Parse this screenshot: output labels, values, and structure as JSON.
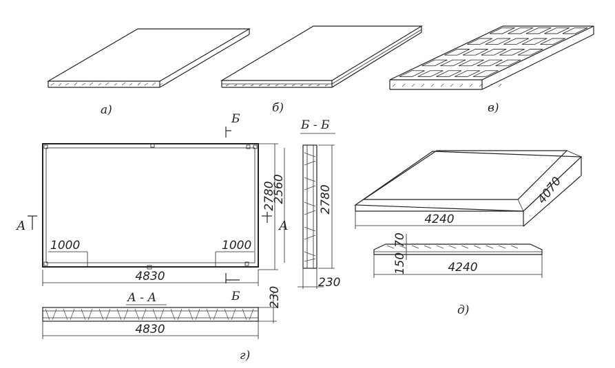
{
  "captions": {
    "a": "а)",
    "b": "б)",
    "v": "в)",
    "g": "г)",
    "d": "д)"
  },
  "section_marks": {
    "b": "Б",
    "bb": "Б - Б",
    "a": "А",
    "aa": "А - А"
  },
  "dimensions": {
    "g_length": "4830",
    "g_length_section": "4830",
    "g_height_outer": "2780",
    "g_height_inner": "2560",
    "g_height_side": "2780",
    "g_left_1000": "1000",
    "g_right_1000": "1000",
    "g_thickness_side": "230",
    "g_thickness_section": "230",
    "d_length_top": "4240",
    "d_length_bottom": "4240",
    "d_width": "4070",
    "d_rib": "70",
    "d_height": "150"
  }
}
